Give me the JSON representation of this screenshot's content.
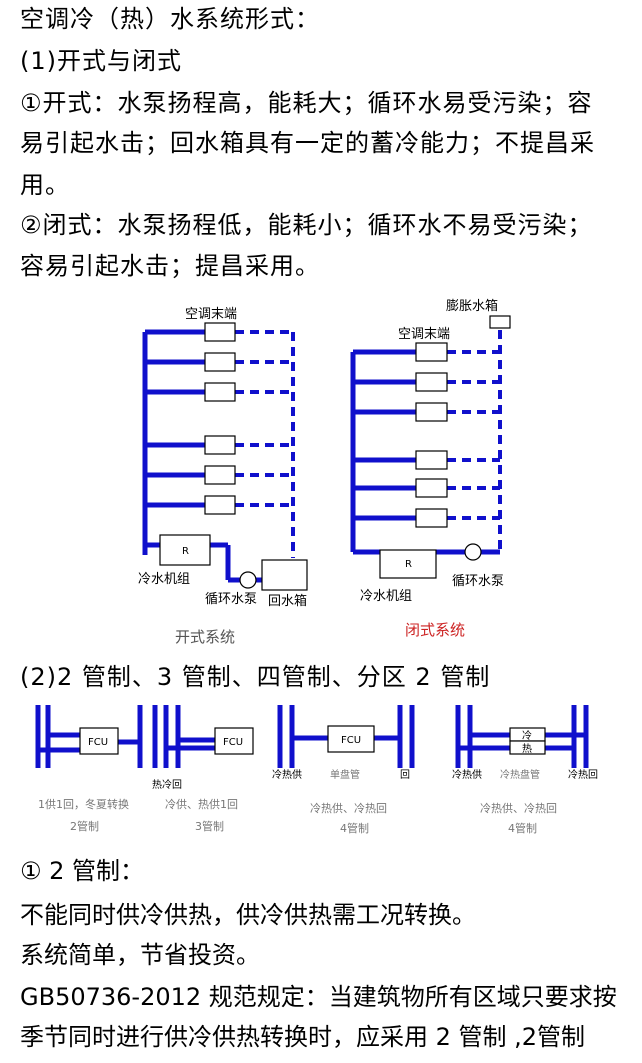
{
  "lines": {
    "l1": "空调冷（热）水系统形式：",
    "l2": " (1)开式与闭式",
    "l3": "①开式：水泵扬程高，能耗大；循环水易受污染；容",
    "l4": "易引起水击；回水箱具有一定的蓄冷能力；不提昌采",
    "l5": "用。",
    "l6": "②闭式：水泵扬程低，能耗小；循环水不易受污染；",
    "l7": "容易引起水击；提昌采用。",
    "l8": "(2)2 管制、3 管制、四管制、分区 2 管制",
    "l9": "① 2 管制：",
    "l10": "不能同时供冷供热，供冷供热需工况转换。",
    "l11": "系统简单，节省投资。",
    "l12": "GB50736-2012 规范规定：当建筑物所有区域只要求按",
    "l13": "季节同时进行供冷供热转换时，应采用 2 管制 ,2管制"
  },
  "open_system": {
    "terminal_label": "空调末端",
    "chiller_label": "冷水机组",
    "chiller_mark": "R",
    "pump_label": "循环水泵",
    "tank_label": "回水箱",
    "caption": "开式系统"
  },
  "closed_system": {
    "expansion_label": "膨胀水箱",
    "terminal_label": "空调末端",
    "chiller_label": "冷水机组",
    "chiller_mark": "R",
    "pump_label": "循环水泵",
    "caption": "闭式系统"
  },
  "pipe_systems": [
    {
      "unit": "FCU",
      "ports": "",
      "cap1": "1供1回，冬夏转换",
      "cap2": "2管制"
    },
    {
      "unit": "FCU",
      "ports": "热冷回",
      "cap1": "冷供、热供1回",
      "cap2": "3管制"
    },
    {
      "unit": "FCU",
      "sub": "单盘管",
      "left": "冷热供",
      "right": "回",
      "cap1": "冷热供、冷热回",
      "cap2": "4管制"
    },
    {
      "unit_top": "冷",
      "unit_bottom": "热",
      "sub": "冷热盘管",
      "left": "冷热供",
      "right": "冷热回",
      "cap1": "冷热供、冷热回",
      "cap2": "4管制"
    }
  ],
  "colors": {
    "pipe": "#1010cc",
    "caption_closed": "#cc2222",
    "caption_gray": "#777777"
  }
}
